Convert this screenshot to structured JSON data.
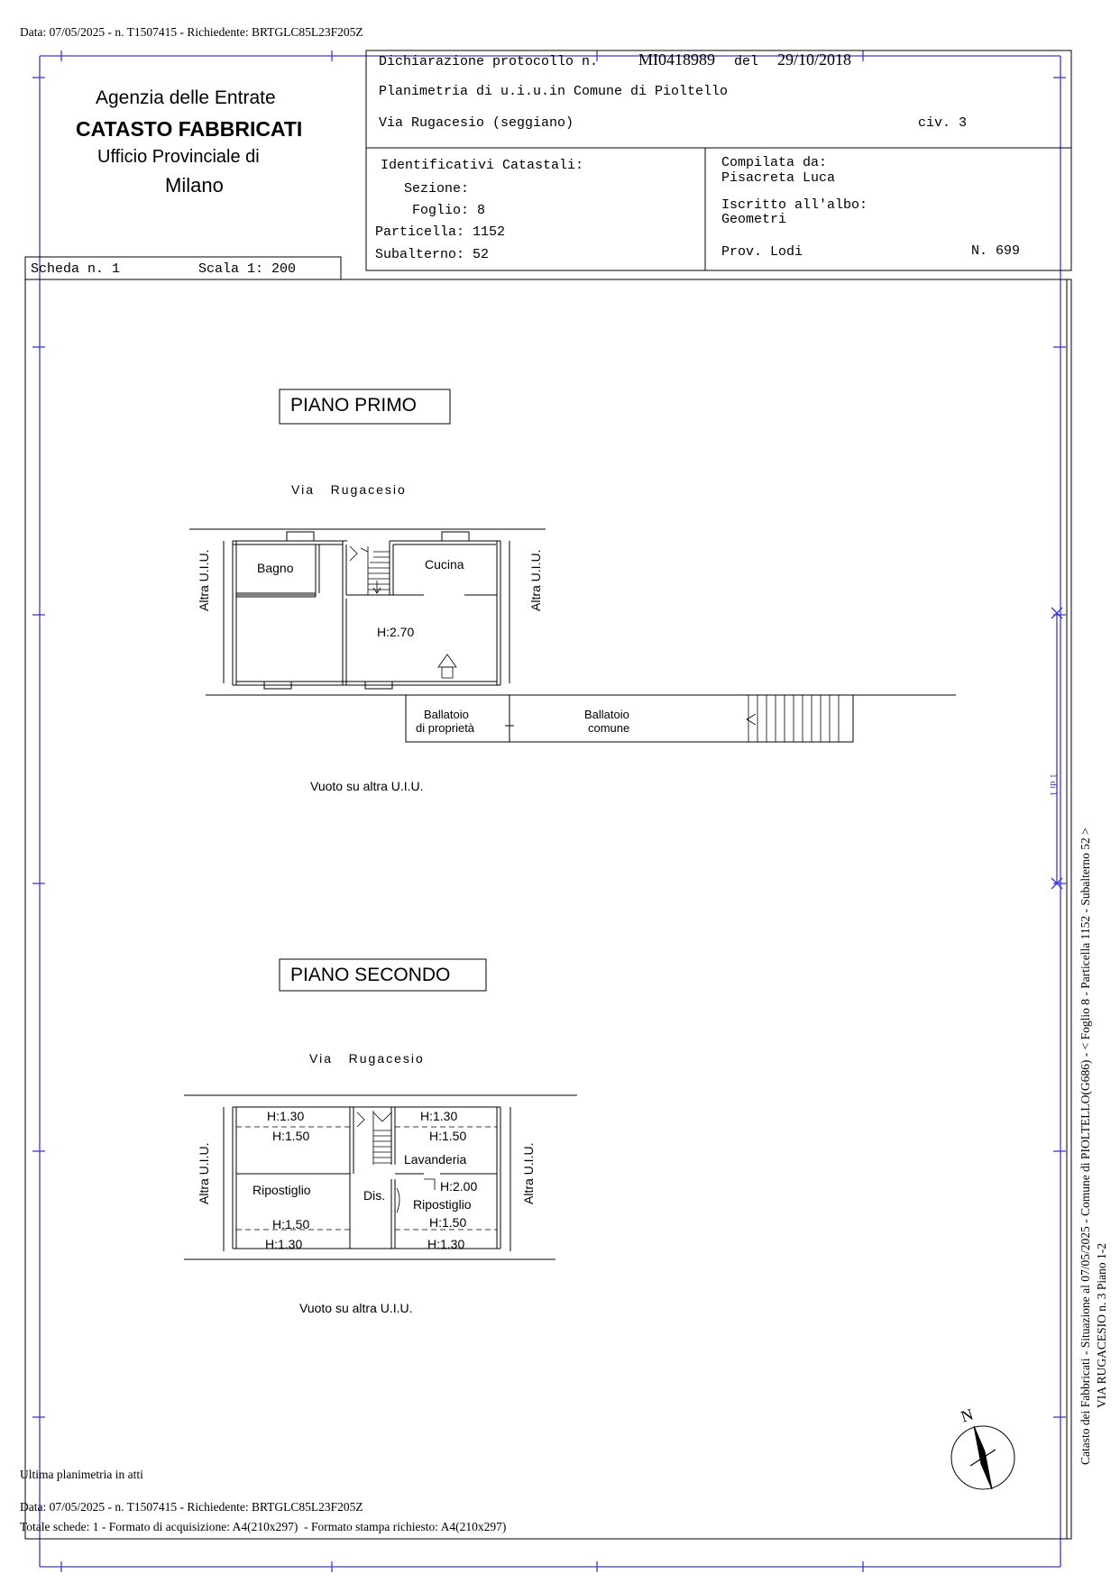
{
  "header": {
    "print_info": "Data: 07/05/2025 - n. T1507415 - Richiedente: BRTGLC85L23F205Z"
  },
  "agency": {
    "line1": "Agenzia delle Entrate",
    "line2": "CATASTO FABBRICATI",
    "line3": "Ufficio Provinciale di",
    "line4": "Milano"
  },
  "declaration": {
    "protocol_label": "Dichiarazione protocollo n.",
    "protocol_number": "MI0418989",
    "date_label": "del",
    "date": "29/10/2018",
    "planimetry": "Planimetria di u.i.u.in Comune di Pioltello",
    "address": "Via Rugacesio (seggiano)",
    "civic": "civ. 3"
  },
  "identifiers": {
    "title": "Identificativi Catastali:",
    "sezione": "Sezione:",
    "foglio": "Foglio: 8",
    "particella": "Particella: 1152",
    "subalterno": "Subalterno: 52"
  },
  "compiler": {
    "label": "Compilata da:",
    "name": "Pisacreta Luca",
    "register_label": "Iscritto all'albo:",
    "register": "Geometri",
    "province": "Prov. Lodi",
    "number": "N. 699"
  },
  "sheet": {
    "scheda": "Scheda n. 1",
    "scala": "Scala 1: 200"
  },
  "floor1": {
    "title": "PIANO PRIMO",
    "street": "Via   Rugacesio",
    "bagno": "Bagno",
    "cucina": "Cucina",
    "height": "H:2.70",
    "altra_left": "Altra U.I.U.",
    "altra_right": "Altra U.I.U.",
    "ballatoio_prop_1": "Ballatoio",
    "ballatoio_prop_2": "di proprietà",
    "ballatoio_com_1": "Ballatoio",
    "ballatoio_com_2": "comune",
    "vuoto": "Vuoto su altra U.I.U."
  },
  "floor2": {
    "title": "PIANO SECONDO",
    "street": "Via   Rugacesio",
    "h_tl_1": "H:1.30",
    "h_tl_2": "H:1.50",
    "h_tr_1": "H:1.30",
    "h_tr_2": "H:1.50",
    "lavanderia": "Lavanderia",
    "ripostiglio_left": "Ripostiglio",
    "dis": "Dis.",
    "h_mid": "H:2.00",
    "ripostiglio_right": "Ripostiglio",
    "h_bl_1": "H:1.50",
    "h_bl_2": "H:1.30",
    "h_br_1": "H:1.50",
    "h_br_2": "H:1.30",
    "altra_left": "Altra U.I.U.",
    "altra_right": "Altra U.I.U.",
    "vuoto": "Vuoto su altra U.I.U."
  },
  "side": {
    "line1": "Catasto dei Fabbricati - Situazione al 07/05/2025 - Comune di PIOLTELLO(G686) - < Foglio 8 - Particella 1152 - Subalterno 52 >",
    "line2": "VIA RUGACESIO n. 3 Piano 1-2",
    "stamp": "1 di 1"
  },
  "compass": {
    "north": "N"
  },
  "footer": {
    "last": "Ultima planimetria in atti",
    "print_info": "Data: 07/05/2025 - n. T1507415 - Richiedente: BRTGLC85L23F205Z",
    "totals": "Totale schede: 1 - Formato di acquisizione: A4(210x297)  - Formato stampa richiesto: A4(210x297)"
  },
  "colors": {
    "frame": "#3a3ad0",
    "ink": "#000000"
  }
}
